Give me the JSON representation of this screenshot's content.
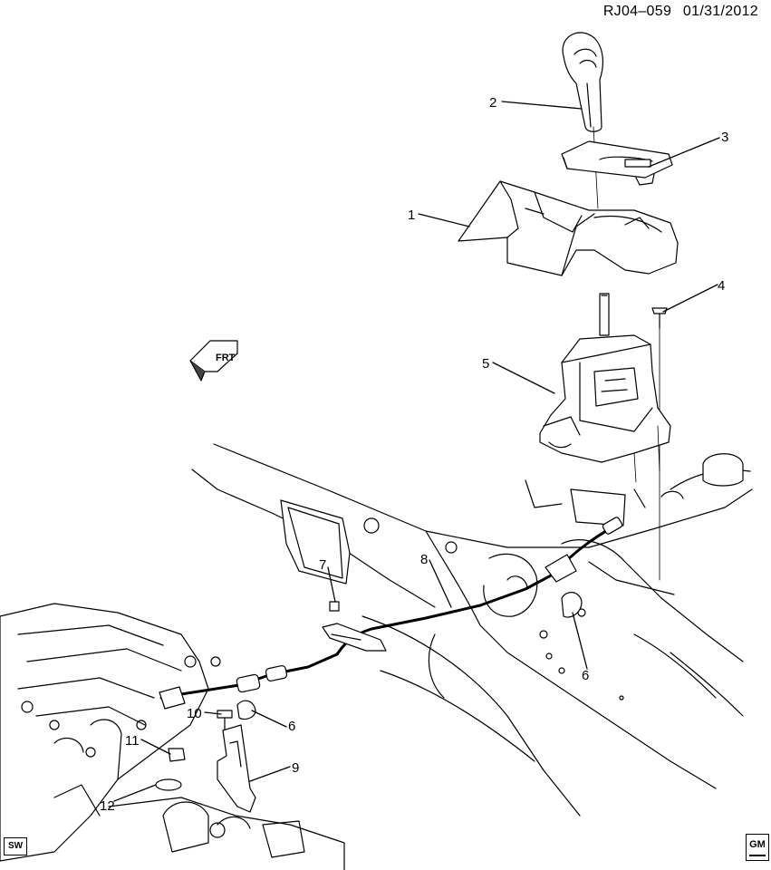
{
  "header": {
    "code": "RJ04–059",
    "date": "01/31/2012"
  },
  "front_indicator": "FRT",
  "callouts": [
    {
      "id": "1",
      "label": "1"
    },
    {
      "id": "2",
      "label": "2"
    },
    {
      "id": "3",
      "label": "3"
    },
    {
      "id": "4",
      "label": "4"
    },
    {
      "id": "5",
      "label": "5"
    },
    {
      "id": "6a",
      "label": "6"
    },
    {
      "id": "6b",
      "label": "6"
    },
    {
      "id": "7",
      "label": "7"
    },
    {
      "id": "8",
      "label": "8"
    },
    {
      "id": "9",
      "label": "9"
    },
    {
      "id": "10",
      "label": "10"
    },
    {
      "id": "11",
      "label": "11"
    },
    {
      "id": "12",
      "label": "12"
    }
  ],
  "footer": {
    "left_badge": "SW",
    "logo": "GM"
  }
}
